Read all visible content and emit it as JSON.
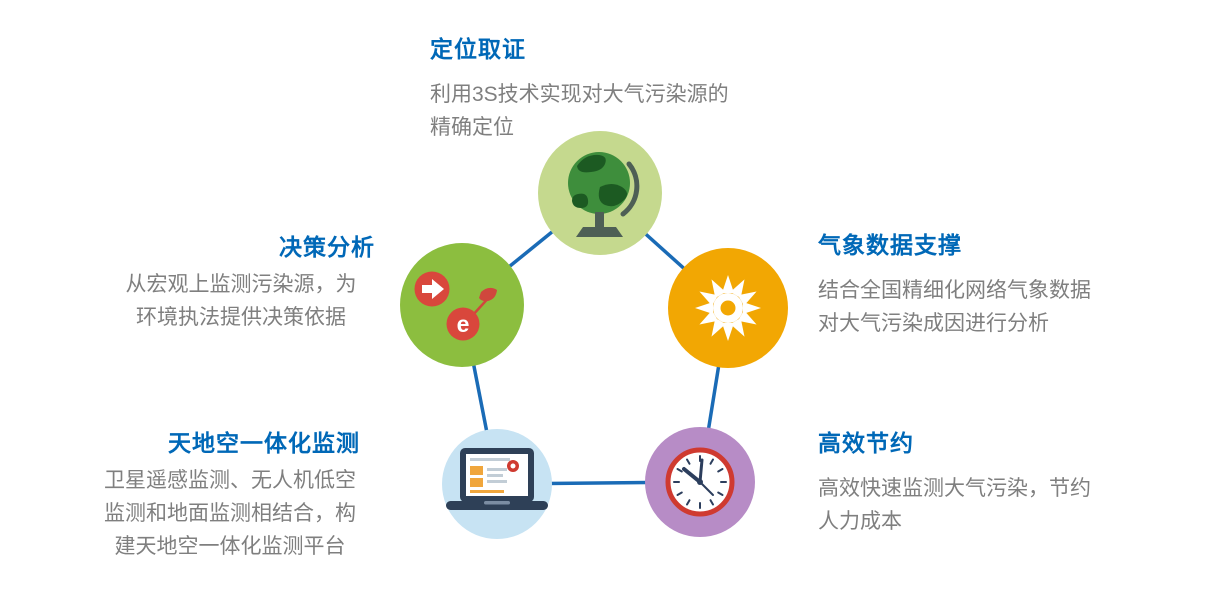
{
  "colors": {
    "title": "#0068b7",
    "desc": "#7f7f7f",
    "line": "#1a6bb6",
    "background": "#ffffff"
  },
  "nodes": [
    {
      "id": "positioning-evidence",
      "title": "定位取证",
      "desc": "利用3S技术实现对大气污染源的\n精确定位",
      "icon": "globe-icon",
      "circle_color": "#c5d98e"
    },
    {
      "id": "weather-data-support",
      "title": "气象数据支撑",
      "desc": "结合全国精细化网络气象数据\n对大气污染成因进行分析",
      "icon": "sun-icon",
      "circle_color": "#f2a703"
    },
    {
      "id": "efficiency-saving",
      "title": "高效节约",
      "desc": "高效快速监测大气污染，节约\n人力成本",
      "icon": "clock-icon",
      "circle_color": "#b78cc6"
    },
    {
      "id": "integrated-monitoring",
      "title": "天地空一体化监测",
      "desc": "卫星遥感监测、无人机低空\n监测和地面监测相结合，构\n建天地空一体化监测平台",
      "icon": "laptop-icon",
      "circle_color": "#c7e3f3"
    },
    {
      "id": "decision-analysis",
      "title": "决策分析",
      "desc": "从宏观上监测污染源，为\n环境执法提供决策依据",
      "icon": "decision-icon",
      "circle_color": "#8cbe3f",
      "icon_label": "e"
    }
  ]
}
